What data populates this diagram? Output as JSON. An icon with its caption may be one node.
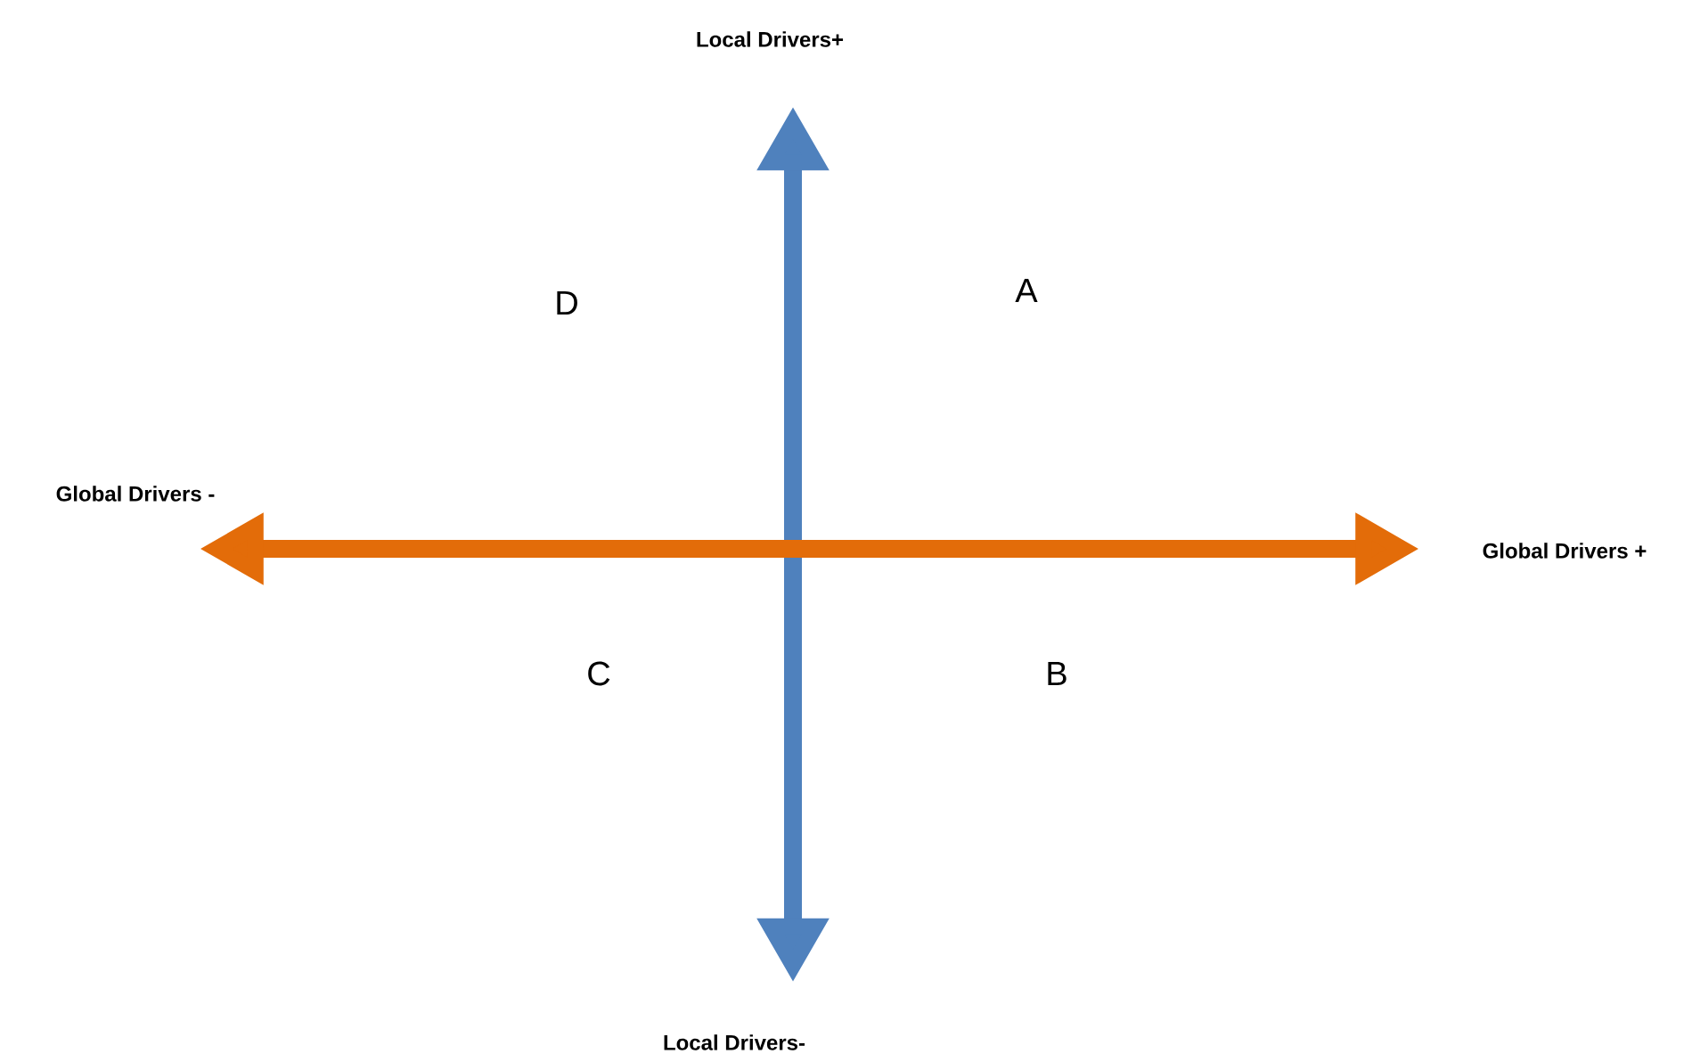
{
  "diagram": {
    "nodes": [
      {
        "text": [
          "Local Drivers+"
        ]
      },
      {
        "text": [
          "Local Drivers-"
        ]
      },
      {
        "text": [
          "Global Drivers -"
        ]
      },
      {
        "text": [
          "Global Drivers +"
        ]
      }
    ],
    "edges": [
      {
        "from": 1,
        "to": 0,
        "arrow": "both",
        "color": "#4f81bd"
      },
      {
        "from": 2,
        "to": 3,
        "arrow": "both",
        "color": "#e36c09"
      }
    ],
    "labels": [
      "D",
      "A",
      "C",
      "B"
    ]
  }
}
